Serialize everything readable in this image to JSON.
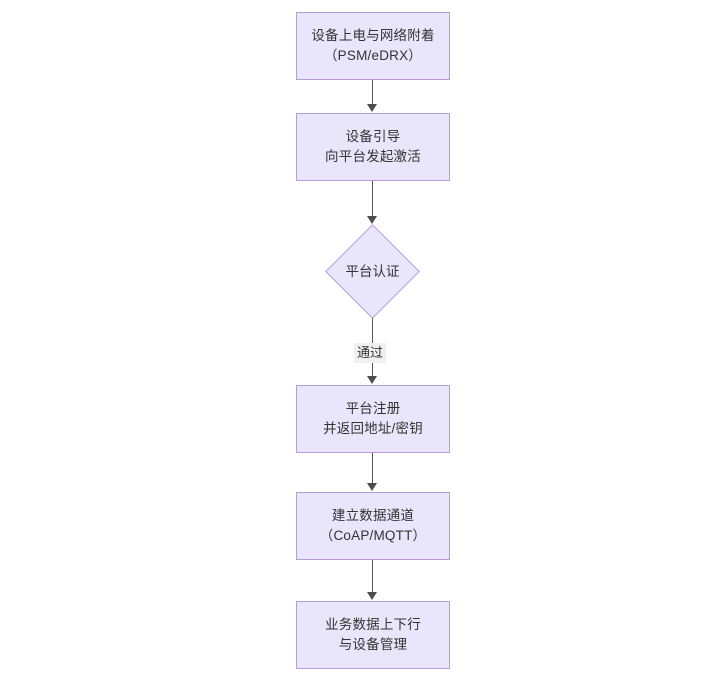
{
  "diagram": {
    "type": "flowchart",
    "orientation": "top-to-bottom",
    "background_color": "#ffffff",
    "node_fill_color": "#e9e5fa",
    "node_border_color": "#b39ddb",
    "text_color": "#333333",
    "connector_color": "#5a5a5a",
    "nodes": [
      {
        "id": "n1",
        "shape": "rectangle",
        "line1": "设备上电与网络附着",
        "line2": "（PSM/eDRX）"
      },
      {
        "id": "n2",
        "shape": "rectangle",
        "line1": "设备引导",
        "line2": "向平台发起激活"
      },
      {
        "id": "n3",
        "shape": "diamond",
        "line1": "平台认证"
      },
      {
        "id": "n4",
        "shape": "rectangle",
        "line1": "平台注册",
        "line2": "并返回地址/密钥"
      },
      {
        "id": "n5",
        "shape": "rectangle",
        "line1": "建立数据通道",
        "line2": "（CoAP/MQTT）"
      },
      {
        "id": "n6",
        "shape": "rectangle",
        "line1": "业务数据上下行",
        "line2": "与设备管理"
      }
    ],
    "edges": [
      {
        "from": "n1",
        "to": "n2",
        "label": ""
      },
      {
        "from": "n2",
        "to": "n3",
        "label": ""
      },
      {
        "from": "n3",
        "to": "n4",
        "label": "通过"
      },
      {
        "from": "n4",
        "to": "n5",
        "label": ""
      },
      {
        "from": "n5",
        "to": "n6",
        "label": ""
      }
    ]
  }
}
